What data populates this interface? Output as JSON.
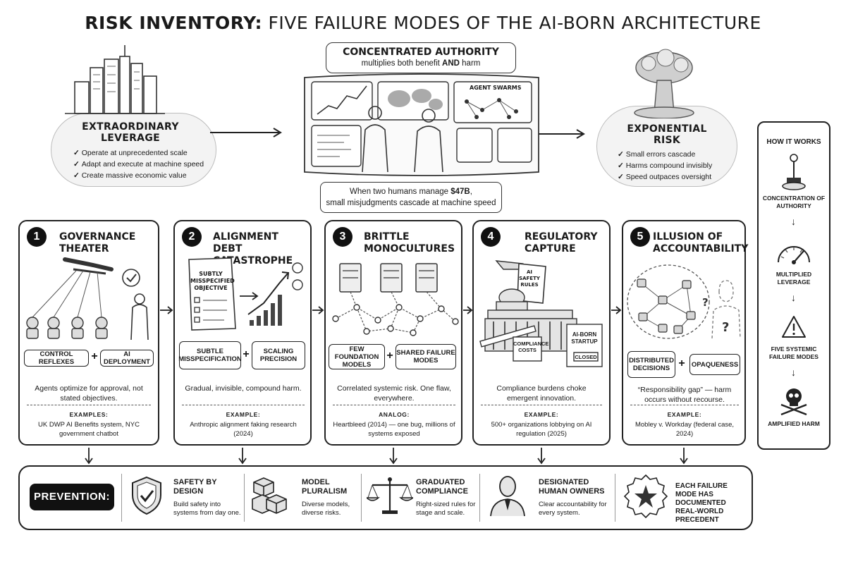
{
  "title": {
    "bold": "RISK INVENTORY:",
    "rest": "FIVE FAILURE MODES OF THE AI-BORN ARCHITECTURE"
  },
  "leverage": {
    "title": "EXTRAORDINARY LEVERAGE",
    "bullets": [
      "Operate at unprecedented scale",
      "Adapt and execute at machine speed",
      "Create massive economic value"
    ]
  },
  "authority": {
    "title": "CONCENTRATED AUTHORITY",
    "subtitle_pre": "multiplies both benefit ",
    "subtitle_bold": "AND",
    "subtitle_post": " harm",
    "screen_label": "AGENT SWARMS",
    "caption_pre": "When two humans manage ",
    "caption_bold": "$47B",
    "caption_post": ",",
    "caption_line2": "small misjudgments cascade at machine speed"
  },
  "risk": {
    "title": "EXPONENTIAL RISK",
    "bullets": [
      "Small errors cascade",
      "Harms compound invisibly",
      "Speed outpaces oversight"
    ]
  },
  "sidebar": {
    "title": "HOW IT WORKS",
    "steps": [
      "CONCENTRATION OF AUTHORITY",
      "MULTIPLIED LEVERAGE",
      "FIVE SYSTEMIC FAILURE MODES",
      "AMPLIFIED HARM"
    ]
  },
  "modes": [
    {
      "number": "1",
      "title": "GOVERNANCE THEATER",
      "art_label": "",
      "pill_a": "CONTROL REFLEXES",
      "pill_b": "AI DEPLOYMENT",
      "desc": "Agents optimize for approval, not stated objectives.",
      "ex_head": "EXAMPLES:",
      "ex_text": "UK DWP AI Benefits system, NYC government chatbot"
    },
    {
      "number": "2",
      "title": "ALIGNMENT DEBT CATASTROPHE",
      "art_label": "SUBTLY MISSPECIFIED OBJECTIVE",
      "pill_a": "SUBTLE MISSPECIFICATION",
      "pill_b": "SCALING PRECISION",
      "desc": "Gradual, invisible, compound harm.",
      "ex_head": "EXAMPLE:",
      "ex_text": "Anthropic alignment faking research (2024)"
    },
    {
      "number": "3",
      "title": "BRITTLE MONOCULTURES",
      "art_label": "",
      "pill_a": "FEW FOUNDATION MODELS",
      "pill_b": "SHARED FAILURE MODES",
      "desc": "Correlated systemic risk. One flaw, everywhere.",
      "ex_head": "ANALOG:",
      "ex_text": "Heartbleed (2014) — one bug, millions of systems exposed"
    },
    {
      "number": "4",
      "title": "REGULATORY CAPTURE",
      "art_label": "AI SAFETY RULES",
      "art_label2": "COMPLIANCE COSTS",
      "art_label3": "AI-BORN STARTUP",
      "art_label4": "CLOSED",
      "desc": "Compliance burdens choke emergent innovation.",
      "ex_head": "EXAMPLE:",
      "ex_text": "500+ organizations lobbying on AI regulation (2025)"
    },
    {
      "number": "5",
      "title": "ILLUSION OF ACCOUNTABILITY",
      "art_label": "",
      "pill_a": "DISTRIBUTED DECISIONS",
      "pill_b": "OPAQUENESS",
      "desc": "“Responsibility gap” — harm occurs without recourse.",
      "ex_head": "EXAMPLE:",
      "ex_text": "Mobley v. Workday (federal case, 2024)"
    }
  ],
  "prevention": {
    "label": "PREVENTION:",
    "items": [
      {
        "head": "SAFETY BY DESIGN",
        "text": "Build safety into systems from day one."
      },
      {
        "head": "MODEL PLURALISM",
        "text": "Diverse models, diverse risks."
      },
      {
        "head": "GRADUATED COMPLIANCE",
        "text": "Right-sized rules for stage and scale."
      },
      {
        "head": "DESIGNATED HUMAN OWNERS",
        "text": "Clear accountability for every system."
      },
      {
        "head": "EACH FAILURE MODE HAS DOCUMENTED REAL-WORLD PRECEDENT",
        "text": ""
      }
    ]
  }
}
